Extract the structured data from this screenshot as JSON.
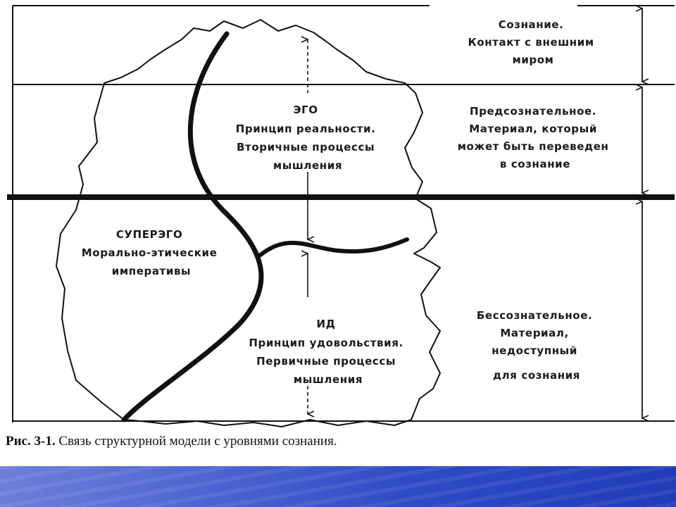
{
  "levels": {
    "conscious": [
      "Сознание.",
      "Контакт с внешним",
      "миром"
    ],
    "preconscious": [
      "Предсознательное.",
      "Материал, который",
      "может  быть переведен",
      "в сознание"
    ],
    "unconscious": [
      "Бессознательное.",
      "Материал,",
      "недоступный",
      "для сознания"
    ]
  },
  "structures": {
    "ego": [
      "ЭГО",
      "Принцип реальности.",
      "Вторичные процессы",
      "мышления"
    ],
    "superego": [
      "СУПЕРЭГО",
      "Морально-этические",
      "императивы"
    ],
    "id": [
      "ИД",
      "Принцип удовольствия.",
      "Первичные процессы",
      "мышления"
    ]
  },
  "caption": {
    "prefix": "Рис. 3-1.",
    "text": " Связь структурной модели с уровнями сознания."
  },
  "colors": {
    "ink": "#111111",
    "footer": "#2f4cc6"
  }
}
